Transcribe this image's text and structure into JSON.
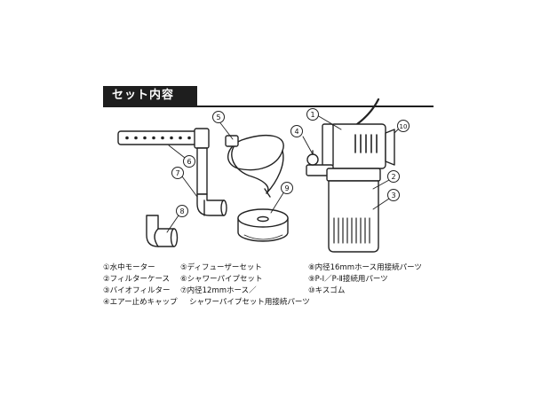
{
  "title": "セット内容",
  "parts": [
    {
      "num": "①",
      "name": "水中モーター"
    },
    {
      "num": "②",
      "name": "フィルターケース"
    },
    {
      "num": "③",
      "name": "バイオフィルター"
    },
    {
      "num": "④",
      "name": "エアー止めキャップ"
    },
    {
      "num": "⑤",
      "name": "ディフューザーセット"
    },
    {
      "num": "⑥",
      "name": "シャワーパイプセット"
    },
    {
      "num": "⑦",
      "name": "内径12mmホース／",
      "name2": "シャワーパイプセット用接続パーツ"
    },
    {
      "num": "⑧",
      "name": "内径16mmホース用接続パーツ"
    },
    {
      "num": "⑨",
      "name": "P-Ⅰ／P-Ⅱ接続用パーツ"
    },
    {
      "num": "⑩",
      "name": "キスゴム"
    }
  ],
  "callouts": {
    "c1": "1",
    "c2": "2",
    "c3": "3",
    "c4": "4",
    "c5": "5",
    "c6": "6",
    "c7": "7",
    "c8": "8",
    "c9": "9",
    "c10": "10"
  }
}
